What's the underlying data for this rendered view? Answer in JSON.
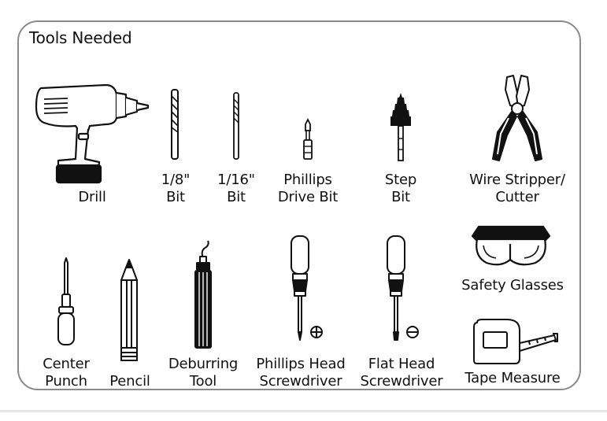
{
  "title": "Tools Needed",
  "tools": {
    "drill": "Drill",
    "bit_eighth": "1/8\"\nBit",
    "bit_sixteenth": "1/16\"\nBit",
    "phillips_drive_bit": "Phillips\nDrive Bit",
    "step_bit": "Step\nBit",
    "wire_stripper": "Wire Stripper/\nCutter",
    "safety_glasses": "Safety Glasses",
    "center_punch": "Center\nPunch",
    "pencil": "Pencil",
    "deburring_tool": "Deburring\nTool",
    "phillips_screwdriver": "Phillips Head\nScrewdriver",
    "flat_screwdriver": "Flat Head\nScrewdriver",
    "tape_measure": "Tape Measure"
  }
}
